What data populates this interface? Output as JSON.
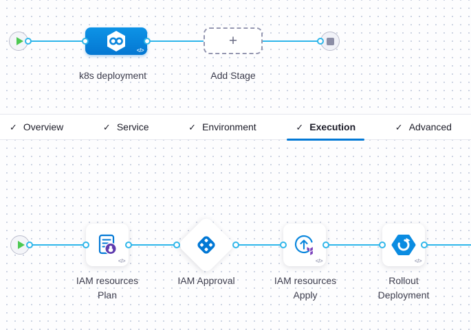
{
  "icons": {
    "plus": "+",
    "code": "</>",
    "check": "✓"
  },
  "stage_graph": {
    "stage": {
      "label": "k8s deployment",
      "icon": "cd-hexagon-infinity-icon"
    },
    "add_stage": {
      "label": "Add Stage",
      "icon": "plus-icon"
    },
    "start": {
      "icon": "play-icon"
    },
    "end": {
      "icon": "stop-icon"
    }
  },
  "tabs": [
    {
      "label": "Overview",
      "checked": true,
      "active": false
    },
    {
      "label": "Service",
      "checked": true,
      "active": false
    },
    {
      "label": "Environment",
      "checked": true,
      "active": false
    },
    {
      "label": "Execution",
      "checked": true,
      "active": true
    },
    {
      "label": "Advanced",
      "checked": true,
      "active": false
    }
  ],
  "execution": {
    "steps": [
      {
        "name": "IAM resources Plan",
        "line1": "IAM resources",
        "line2": "Plan",
        "icon": "terraform-plan-icon",
        "shape": "card"
      },
      {
        "name": "IAM Approval",
        "line1": "IAM Approval",
        "line2": "",
        "icon": "approval-icon",
        "shape": "diamond"
      },
      {
        "name": "IAM resources Apply",
        "line1": "IAM resources",
        "line2": "Apply",
        "icon": "terraform-apply-icon",
        "shape": "card"
      },
      {
        "name": "Rollout Deployment",
        "line1": "Rollout",
        "line2": "Deployment",
        "icon": "rollout-deployment-icon",
        "shape": "card"
      }
    ]
  },
  "colors": {
    "edge": "#2eb6ea",
    "primary": "#0278d5",
    "stage_blue": "#0b8ce1",
    "terraform_purple": "#7b42bc",
    "badge_purple": "#5f3cae",
    "play_green": "#4dc952",
    "stop_gray": "#8b8da5",
    "dot_grid": "#c9d0e0"
  }
}
